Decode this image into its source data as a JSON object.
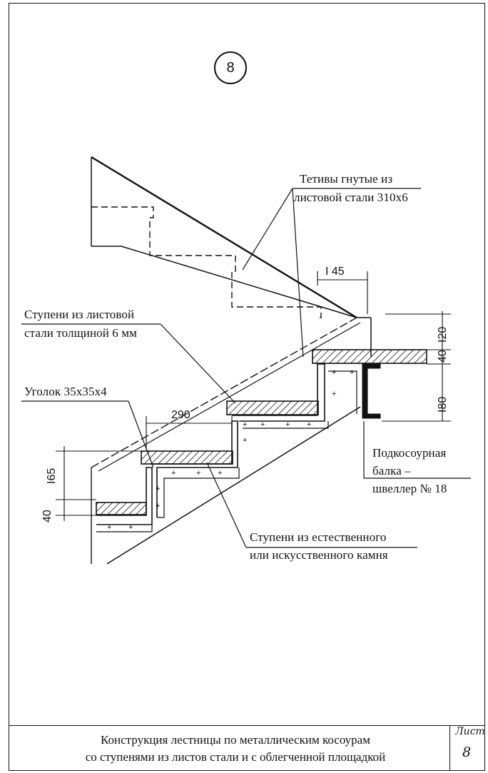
{
  "detail_number": "8",
  "labels": {
    "stringers": [
      "Тетивы гнутые из",
      "листовой стали 310х6"
    ],
    "steel_treads": [
      "Ступени из листовой",
      "стали толщиной 6 мм"
    ],
    "angle": "Уголок 35х35х4",
    "beam": [
      "Подкосоурная",
      "балка –",
      "швеллер № 18"
    ],
    "stone_treads": [
      "Ступени из естественного",
      "или искусственного камня"
    ]
  },
  "dimensions": {
    "d145": "I 45",
    "d290": "290",
    "d120": "I20",
    "d40_right": "40",
    "d180": "I80",
    "d165": "I65",
    "d40_left": "40"
  },
  "title_block": {
    "line1": "Конструкция лестницы по металлическим косоурам",
    "line2": "со ступенями из листов стали и с облегченной площадкой",
    "sheet_label": "Лист",
    "sheet_number": "8"
  }
}
